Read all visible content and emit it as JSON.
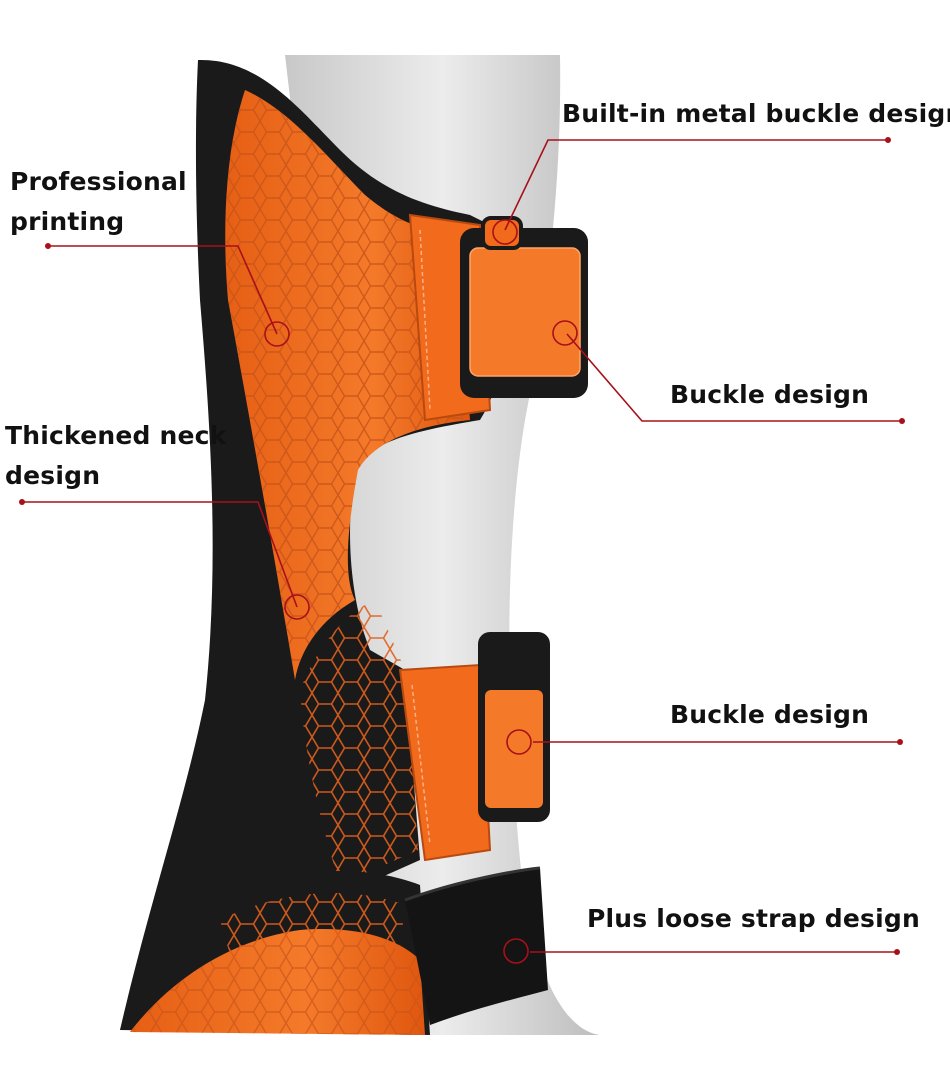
{
  "colors": {
    "accent_line": "#a8101a",
    "pad_orange": "#f26a1b",
    "pad_black": "#1a1a1a",
    "leg_form": "#d9d9d9"
  },
  "callouts": {
    "professional_printing": {
      "line1": "Professional",
      "line2": "printing"
    },
    "thickened_neck": {
      "line1": "Thickened neck",
      "line2": "design"
    },
    "metal_buckle": "Built-in metal buckle design",
    "buckle_upper": "Buckle design",
    "buckle_lower": "Buckle design",
    "loose_strap": "Plus loose strap design"
  }
}
